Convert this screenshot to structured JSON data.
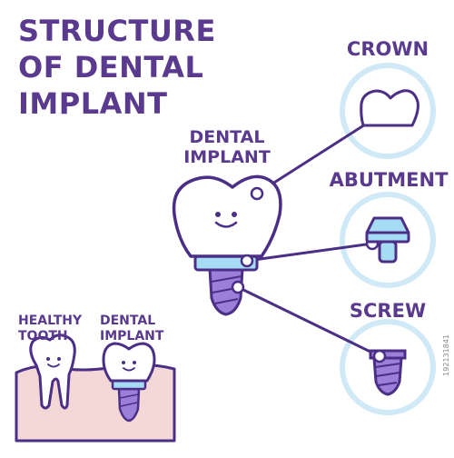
{
  "title": {
    "lines": [
      "STRUCTURE",
      "OF DENTAL",
      "IMPLANT"
    ]
  },
  "main_label": {
    "lines": [
      "DENTAL",
      "IMPLANT"
    ]
  },
  "parts": {
    "crown": "CROWN",
    "abutment": "ABUTMENT",
    "screw": "SCREW"
  },
  "comparison": {
    "healthy": {
      "lines": [
        "HEALTHY",
        "TOOTH"
      ]
    },
    "implant": {
      "lines": [
        "DENTAL",
        "IMPLANT"
      ]
    }
  },
  "stock_id": "192131841",
  "colors": {
    "outline": "#4b2f86",
    "title": "#5a3a8e",
    "crown_fill": "#ffffff",
    "abutment_fill": "#a6dcf3",
    "screw_fill": "#9b7fd8",
    "circle_ring": "#cfe9f7",
    "gum_fill": "#f4d8d8"
  }
}
